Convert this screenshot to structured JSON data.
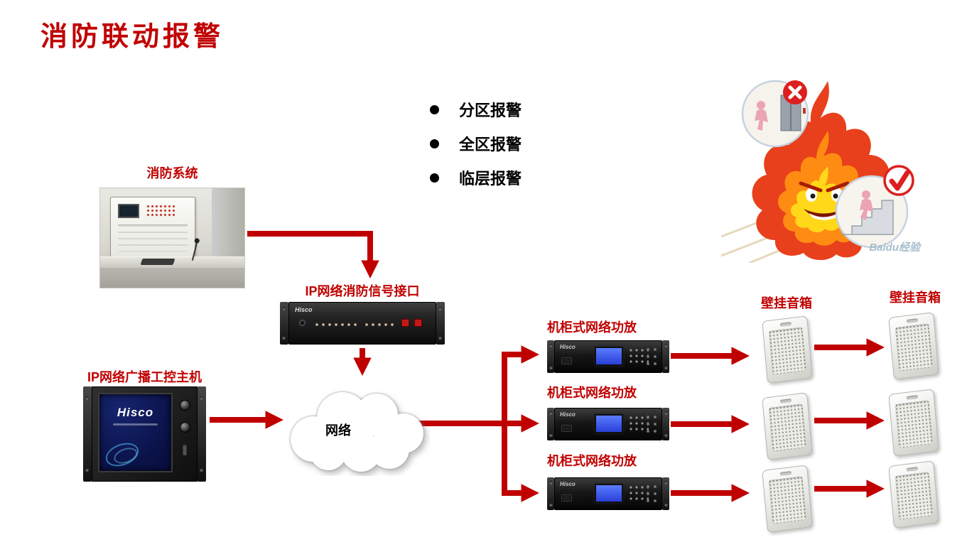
{
  "title": "消防联动报警",
  "bullets": [
    "分区报警",
    "全区报警",
    "临层报警"
  ],
  "diagram": {
    "fire_system": {
      "label": "消防系统"
    },
    "fire_interface": {
      "label": "IP网络消防信号接口",
      "brand": "Hisco"
    },
    "broadcast_host": {
      "label": "IP网络广播工控主机",
      "brand": "Hisco"
    },
    "network": {
      "label": "网络"
    },
    "amplifiers": [
      {
        "label": "机柜式网络功放",
        "brand": "Hisco"
      },
      {
        "label": "机柜式网络功放",
        "brand": "Hisco"
      },
      {
        "label": "机柜式网络功放",
        "brand": "Hisco"
      }
    ],
    "speaker_columns": [
      {
        "label": "壁挂音箱"
      },
      {
        "label": "壁挂音箱"
      }
    ]
  },
  "illustration": {
    "watermark": "Baidu经验"
  },
  "colors": {
    "accent_red": "#c00000",
    "text": "#000000",
    "background": "#ffffff"
  }
}
